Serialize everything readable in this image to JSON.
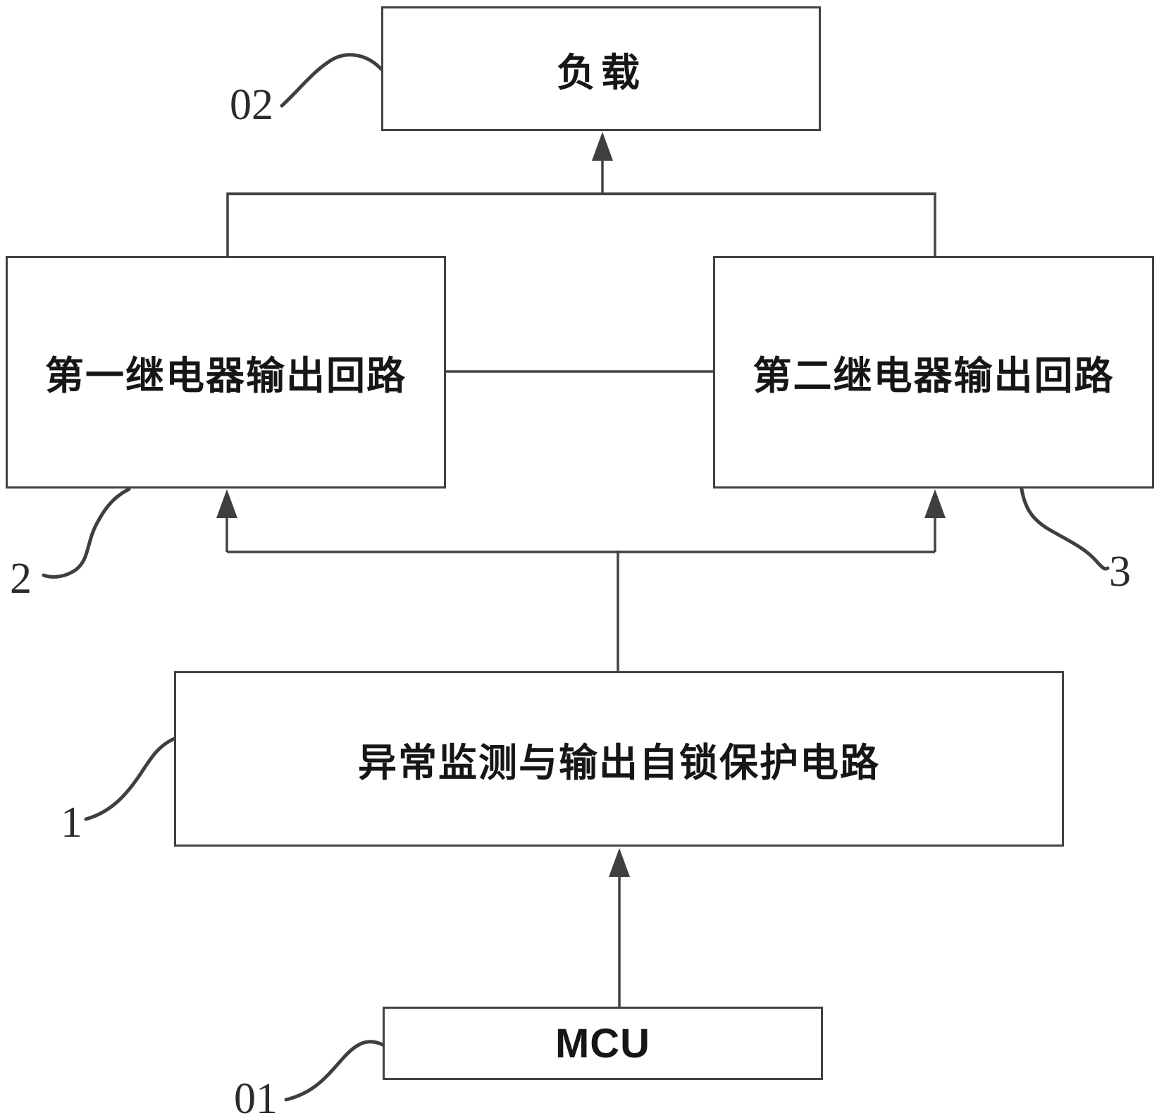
{
  "boxes": {
    "load": {
      "label": "负载"
    },
    "relay1": {
      "label": "第一继电器输出回路"
    },
    "relay2": {
      "label": "第二继电器输出回路"
    },
    "protection": {
      "label": "异常监测与输出自锁保护电路"
    },
    "mcu": {
      "label": "MCU"
    }
  },
  "ref_labels": {
    "load": "02",
    "relay1": "2",
    "relay2": "3",
    "protection": "1",
    "mcu": "01"
  },
  "colors": {
    "line": "#424242",
    "arrow": "#3f3f3f",
    "text": "#161616",
    "background": "#ffffff"
  }
}
